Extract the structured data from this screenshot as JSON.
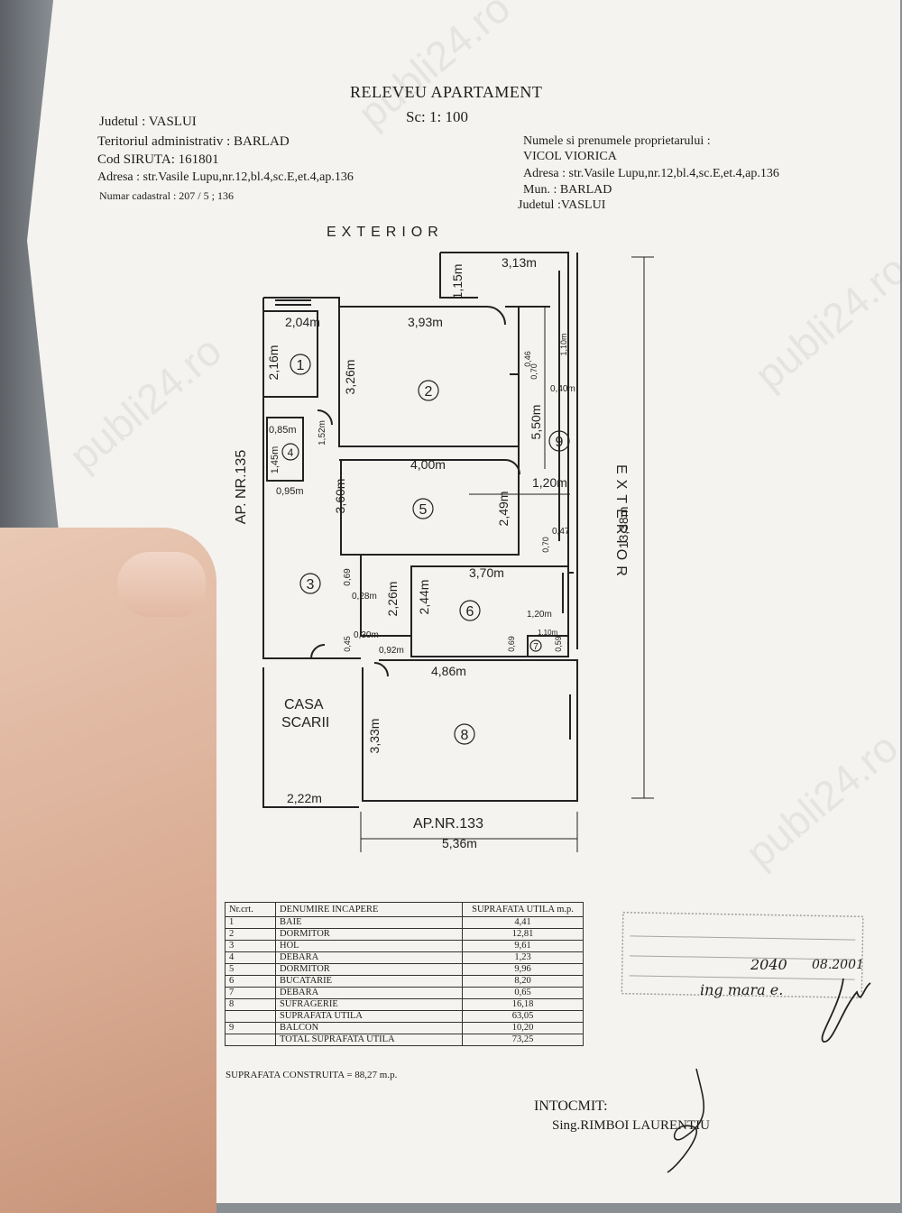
{
  "header": {
    "title": "RELEVEU APARTAMENT",
    "scale": "Sc: 1: 100",
    "left": [
      "Judetul : VASLUI",
      "Teritoriul administrativ : BARLAD",
      "Cod SIRUTA: 161801",
      "Adresa : str.Vasile Lupu,nr.12,bl.4,sc.E,et.4,ap.136",
      "Numar cadastral : 207 / 5 ; 136"
    ],
    "right": [
      "Numele si prenumele proprietarului :",
      "VICOL VIORICA",
      "Adresa  : str.Vasile Lupu,nr.12,bl.4,sc.E,et.4,ap.136",
      "Mun. : BARLAD",
      "Judetul :VASLUI"
    ]
  },
  "plan": {
    "exterior_top": "EXTERIOR",
    "exterior_right": "EXTERIOR",
    "neighbor_left": "AP. NR.135",
    "neighbor_bottom": "AP.NR.133",
    "stair_l1": "CASA",
    "stair_l2": "SCARII",
    "total_height": "13,38m",
    "dims": {
      "d313": "3,13m",
      "d115": "1,15m",
      "d204": "2,04m",
      "d216": "2,16m",
      "d393": "3,93m",
      "d326": "3,26m",
      "d085": "0,85m",
      "d145": "1,45m",
      "d152": "1,52m",
      "d095": "0,95m",
      "d400": "4,00m",
      "d360": "3,60m",
      "d249": "2,49m",
      "d550": "5,50m",
      "d120": "1,20m",
      "d046": "0,46",
      "d070a": "0,70",
      "d040": "0,40m",
      "d110": "1,10m",
      "d047": "0,47",
      "d070b": "0,70",
      "d370": "3,70m",
      "d069": "0,69",
      "d028": "0,28m",
      "d226": "2,26m",
      "d244": "2,44m",
      "d120b": "1,20m",
      "d110b": "1,10m",
      "d069b": "0,69",
      "d059": "0,59",
      "d045": "0,45",
      "d030": "0,30m",
      "d092": "0,92m",
      "d486": "4,86m",
      "d333": "3,33m",
      "d222": "2,22m",
      "d536": "5,36m"
    },
    "rooms": [
      "1",
      "2",
      "3",
      "4",
      "5",
      "6",
      "7",
      "8",
      "9"
    ]
  },
  "table": {
    "headers": [
      "Nr.crt.",
      "DENUMIRE INCAPERE",
      "SUPRAFATA UTILA m.p."
    ],
    "rows": [
      [
        "1",
        "BAIE",
        "4,41"
      ],
      [
        "2",
        "DORMITOR",
        "12,81"
      ],
      [
        "3",
        "HOL",
        "9,61"
      ],
      [
        "4",
        "DEBARA",
        "1,23"
      ],
      [
        "5",
        "DORMITOR",
        "9,96"
      ],
      [
        "6",
        "BUCATARIE",
        "8,20"
      ],
      [
        "7",
        "DEBARA",
        "0,65"
      ],
      [
        "8",
        "SUFRAGERIE",
        "16,18"
      ],
      [
        "",
        "SUPRAFATA UTILA",
        "63,05"
      ],
      [
        "9",
        "BALCON",
        "10,20"
      ],
      [
        "",
        "TOTAL SUPRAFATA UTILA",
        "73,25"
      ]
    ],
    "footer": "SUPRAFATA CONSTRUITA = 88,27  m.p."
  },
  "signature": {
    "line1": "INTOCMIT:",
    "line2": "Sing.RIMBOI LAURENTIU"
  },
  "handwriting": {
    "number": "2040",
    "date": "08.2001",
    "name": "ing mara e."
  },
  "watermark": "publi24.ro"
}
